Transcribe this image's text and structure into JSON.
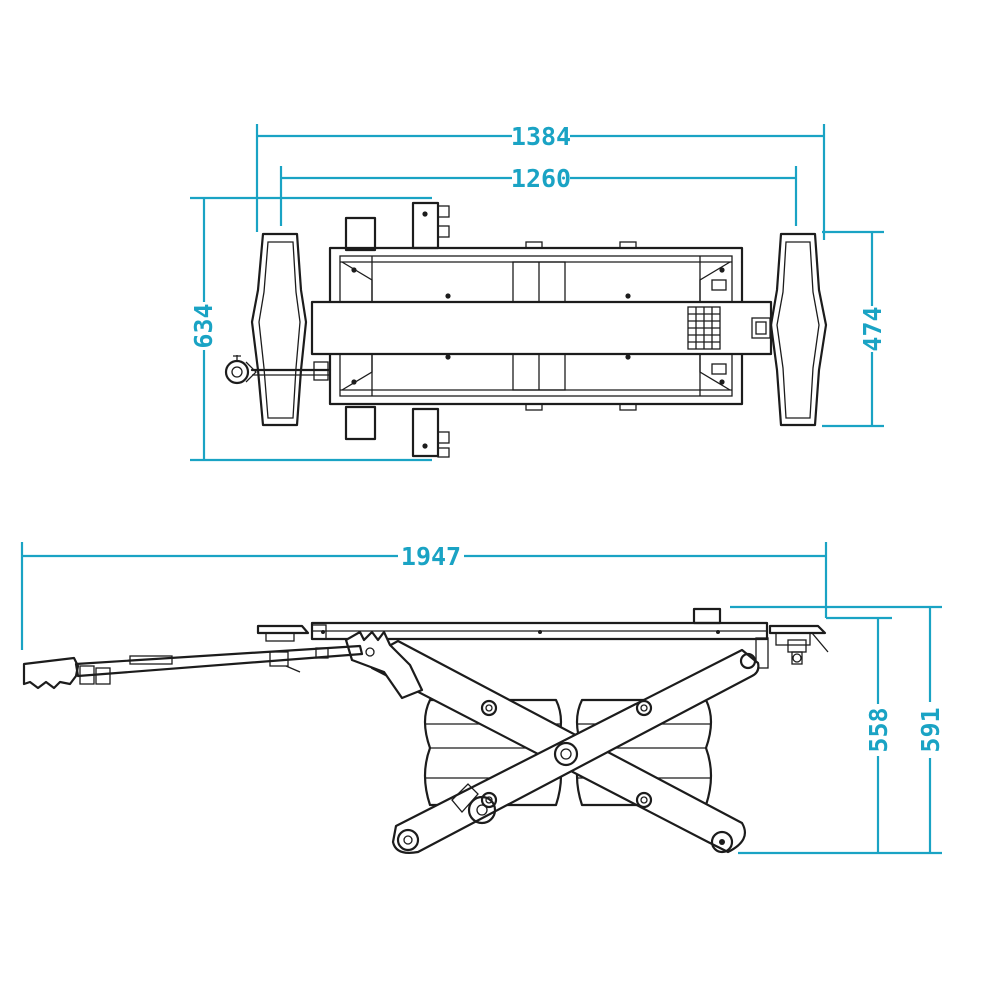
{
  "dimensions": {
    "top_overall_length": "1384",
    "top_platform_length": "1260",
    "top_overall_width": "634",
    "top_ramp_width": "474",
    "side_overall_length": "1947",
    "side_height_platform": "558",
    "side_height_max": "591"
  },
  "colors": {
    "dimension": "#1aa3c4",
    "linework": "#1c1c1c",
    "background": "#ffffff"
  }
}
